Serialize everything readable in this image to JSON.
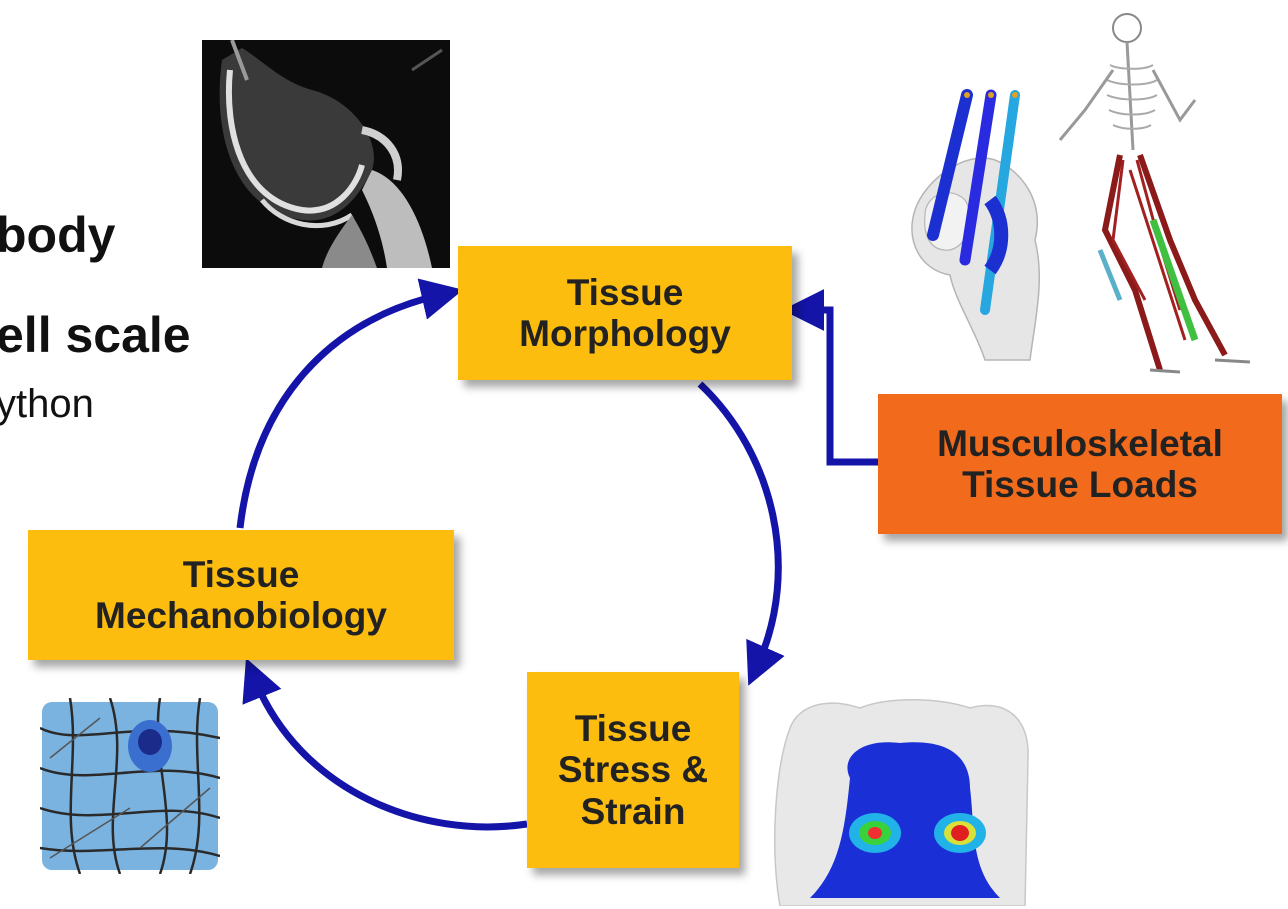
{
  "partial_text": {
    "line1": "body",
    "line2": "ell scale",
    "line3": "ython"
  },
  "nodes": {
    "morphology": {
      "line1": "Tissue",
      "line2": "Morphology"
    },
    "mechanobiology": {
      "line1": "Tissue",
      "line2": "Mechanobiology"
    },
    "stress_strain": {
      "line1": "Tissue",
      "line2": "Stress &",
      "line3": "Strain"
    },
    "loads": {
      "line1": "Musculoskeletal",
      "line2": "Tissue Loads"
    }
  },
  "colors": {
    "box_yellow": "#FDBD0E",
    "box_orange": "#F26A1B",
    "arrow_blue": "#1414A8",
    "mri_bg": "#0c0c0c",
    "cell_bg": "#7BB3E0",
    "fe_blue": "#1a2fd6"
  },
  "icons": {
    "mri": "knee-mri-image",
    "musculoskeletal": "musculoskeletal-model-image",
    "cell": "cell-matrix-image",
    "fe": "cartilage-stress-map-image"
  }
}
